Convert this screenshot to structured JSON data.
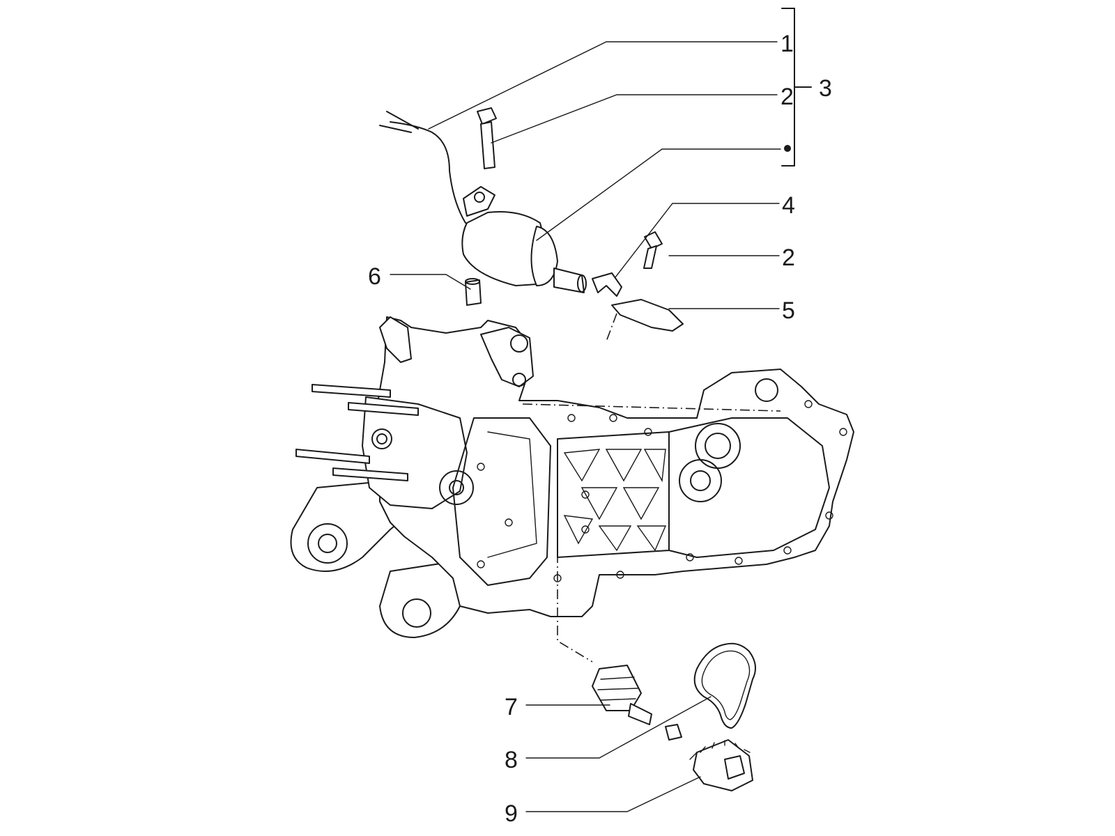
{
  "diagram": {
    "callouts": [
      {
        "id": "c1",
        "text": "1"
      },
      {
        "id": "c2a",
        "text": "2"
      },
      {
        "id": "c3",
        "text": "3"
      },
      {
        "id": "c4",
        "text": "4"
      },
      {
        "id": "c2b",
        "text": "2"
      },
      {
        "id": "c5",
        "text": "5"
      },
      {
        "id": "c6",
        "text": "6"
      },
      {
        "id": "c7",
        "text": "7"
      },
      {
        "id": "c8",
        "text": "8"
      },
      {
        "id": "c9",
        "text": "9"
      }
    ],
    "colors": {
      "ink": "#1a1a1a",
      "paper": "#ffffff"
    }
  }
}
